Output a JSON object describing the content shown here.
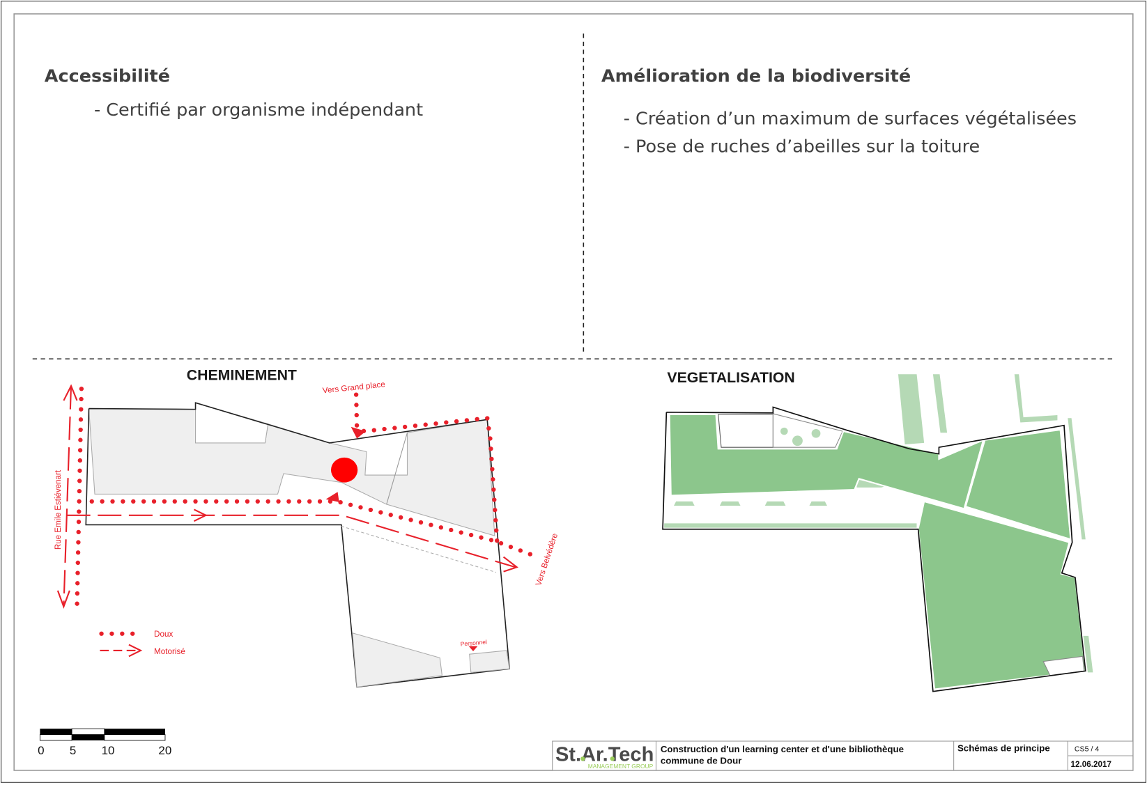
{
  "sheet": {
    "left_section": {
      "heading": "Accessibilité",
      "bullets": [
        "- Certifié par organisme indépendant"
      ]
    },
    "right_section": {
      "heading": "Amélioration de la biodiversité",
      "bullets": [
        "- Création d’un maximum de surfaces végétalisées",
        "- Pose de ruches d’abeilles sur la toiture"
      ]
    }
  },
  "cheminement_plan": {
    "title": "CHEMINEMENT",
    "labels": {
      "street": "Rue Emile Estiévenart",
      "to_grand_place": "Vers Grand place",
      "to_belvedere": "Vers Belvédère",
      "staff_entrance": "Personnel"
    },
    "legend": [
      {
        "symbol": "dotted-line",
        "label": "Doux"
      },
      {
        "symbol": "dashed-arrow",
        "label": "Motorisé"
      }
    ],
    "colors": {
      "path": "#e8202a",
      "building_fill": "#efefef",
      "entrance_dot": "#ff0000"
    }
  },
  "vegetalisation_plan": {
    "title": "VEGETALISATION",
    "colors": {
      "green_roof": "#8cc68c",
      "green_light": "#b5d9b5"
    }
  },
  "scale_bar": {
    "ticks": [
      "0",
      "5",
      "10",
      "20"
    ]
  },
  "title_block": {
    "logo_main": "St.Ar.Tech",
    "logo_sub": "MANAGEMENT GROUP",
    "project_line1": "Construction d'un learning center et d'une bibliothèque",
    "project_line2": "commune de Dour",
    "drawing_title": "Schémas de principe",
    "sheet_number": "CS5 / 4",
    "date": "12.06.2017"
  }
}
